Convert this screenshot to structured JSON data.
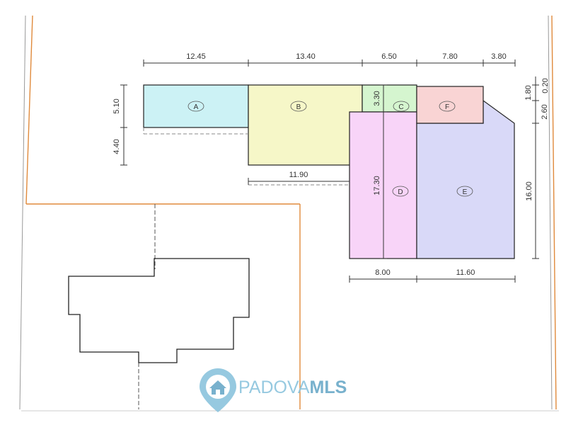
{
  "diagram": {
    "plots": [
      {
        "label": "A",
        "fill": "#ccf2f5"
      },
      {
        "label": "B",
        "fill": "#f6f7c8"
      },
      {
        "label": "C",
        "fill": "#d5f5cf"
      },
      {
        "label": "D",
        "fill": "#f8d4f8"
      },
      {
        "label": "E",
        "fill": "#d9d9f8"
      },
      {
        "label": "F",
        "fill": "#f9d4d4"
      }
    ],
    "top_dimensions": [
      "12.45",
      "13.40",
      "6.50",
      "7.80",
      "3.80"
    ],
    "left_dimensions": [
      "5.10",
      "4.40"
    ],
    "right_dimensions": [
      "1.80",
      "0.20",
      "2.60",
      "16.00"
    ],
    "inner_dimensions": {
      "b_bottom": "11.90",
      "c_height": "3.30",
      "d_height": "17.30"
    },
    "bottom_dimensions": [
      "8.00",
      "11.60"
    ],
    "colors": {
      "boundary": "#e08a3c",
      "outline": "#222222",
      "dimension_line": "#333333"
    }
  },
  "logo": {
    "text_left": "PADOVA",
    "text_right": "MLS",
    "color": "#8bc4dd",
    "icon": "house-pin-icon"
  }
}
